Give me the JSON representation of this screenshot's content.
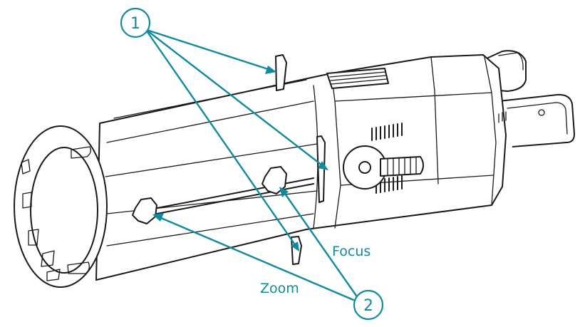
{
  "callouts": {
    "one": "1",
    "two": "2"
  },
  "labels": {
    "focus": "Focus",
    "zoom": "Zoom"
  },
  "colors": {
    "callout": "#118a9e",
    "outline": "#1a1a1a"
  }
}
